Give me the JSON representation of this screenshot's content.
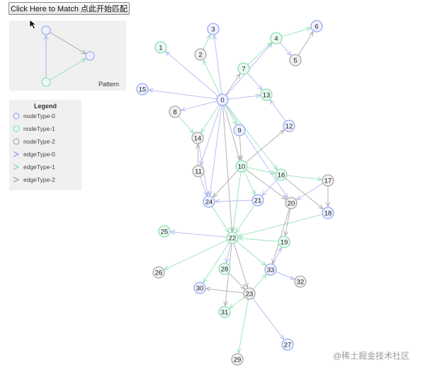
{
  "toolbar": {
    "match_button_label": "Click Here to Match 点此开始匹配"
  },
  "pattern": {
    "label": "Pattern",
    "edge_colors": [
      "#aab4f0",
      "#8ee0b4",
      "#a6a6a6"
    ]
  },
  "legend": {
    "title": "Legend",
    "items": [
      {
        "label": "nodeType-0",
        "kind": "node",
        "color": "#8a9cf0",
        "fill": "#eef0ff"
      },
      {
        "label": "nodeType-1",
        "kind": "node",
        "color": "#7ad9a6",
        "fill": "#eafaf1"
      },
      {
        "label": "nodeType-2",
        "kind": "node",
        "color": "#9a9a9a",
        "fill": "#f0f0f0"
      },
      {
        "label": "edgeType-0",
        "kind": "edge",
        "color": "#8a9cf0"
      },
      {
        "label": "edgeType-1",
        "kind": "edge",
        "color": "#7ad9a6"
      },
      {
        "label": "edgeType-2",
        "kind": "edge",
        "color": "#9a9a9a"
      }
    ]
  },
  "graph": {
    "type_colors": {
      "stroke": [
        "#8a9cf0",
        "#7ad9a6",
        "#9a9a9a"
      ],
      "fill": [
        "#eef0ff",
        "#eafaf1",
        "#f0f0f0"
      ],
      "edge": [
        "#aab4f0",
        "#8ee0b4",
        "#a6a6a6"
      ]
    },
    "nodes": [
      {
        "id": "0",
        "type": 0
      },
      {
        "id": "1",
        "type": 1
      },
      {
        "id": "2",
        "type": 2
      },
      {
        "id": "3",
        "type": 0
      },
      {
        "id": "4",
        "type": 1
      },
      {
        "id": "5",
        "type": 2
      },
      {
        "id": "6",
        "type": 0
      },
      {
        "id": "7",
        "type": 1
      },
      {
        "id": "8",
        "type": 2
      },
      {
        "id": "9",
        "type": 0
      },
      {
        "id": "10",
        "type": 1
      },
      {
        "id": "11",
        "type": 2
      },
      {
        "id": "12",
        "type": 0
      },
      {
        "id": "13",
        "type": 1
      },
      {
        "id": "14",
        "type": 2
      },
      {
        "id": "15",
        "type": 0
      },
      {
        "id": "16",
        "type": 1
      },
      {
        "id": "17",
        "type": 2
      },
      {
        "id": "18",
        "type": 0
      },
      {
        "id": "19",
        "type": 1
      },
      {
        "id": "20",
        "type": 2
      },
      {
        "id": "21",
        "type": 0
      },
      {
        "id": "22",
        "type": 1
      },
      {
        "id": "23",
        "type": 2
      },
      {
        "id": "24",
        "type": 0
      },
      {
        "id": "25",
        "type": 1
      },
      {
        "id": "26",
        "type": 2
      },
      {
        "id": "27",
        "type": 0
      },
      {
        "id": "28",
        "type": 1
      },
      {
        "id": "29",
        "type": 2
      },
      {
        "id": "30",
        "type": 0
      },
      {
        "id": "31",
        "type": 1
      },
      {
        "id": "32",
        "type": 2
      },
      {
        "id": "33",
        "type": 0
      }
    ],
    "edges": [
      [
        "0",
        "3",
        0
      ],
      [
        "0",
        "2",
        1
      ],
      [
        "0",
        "1",
        0
      ],
      [
        "0",
        "4",
        0
      ],
      [
        "0",
        "7",
        2
      ],
      [
        "0",
        "13",
        0
      ],
      [
        "0",
        "15",
        0
      ],
      [
        "0",
        "8",
        0
      ],
      [
        "0",
        "9",
        1
      ],
      [
        "0",
        "10",
        2
      ],
      [
        "0",
        "14",
        1
      ],
      [
        "0",
        "11",
        0
      ],
      [
        "0",
        "24",
        0
      ],
      [
        "0",
        "16",
        1
      ],
      [
        "0",
        "22",
        2
      ],
      [
        "2",
        "3",
        1
      ],
      [
        "4",
        "6",
        1
      ],
      [
        "4",
        "5",
        0
      ],
      [
        "5",
        "6",
        2
      ],
      [
        "7",
        "13",
        0
      ],
      [
        "7",
        "4",
        1
      ],
      [
        "12",
        "13",
        0
      ],
      [
        "8",
        "14",
        1
      ],
      [
        "9",
        "10",
        2
      ],
      [
        "10",
        "12",
        2
      ],
      [
        "10",
        "16",
        1
      ],
      [
        "10",
        "21",
        1
      ],
      [
        "10",
        "24",
        2
      ],
      [
        "10",
        "20",
        2
      ],
      [
        "10",
        "22",
        1
      ],
      [
        "11",
        "14",
        2
      ],
      [
        "14",
        "24",
        0
      ],
      [
        "11",
        "24",
        0
      ],
      [
        "16",
        "17",
        1
      ],
      [
        "16",
        "18",
        2
      ],
      [
        "16",
        "21",
        0
      ],
      [
        "17",
        "20",
        0
      ],
      [
        "17",
        "18",
        2
      ],
      [
        "18",
        "22",
        1
      ],
      [
        "20",
        "19",
        2
      ],
      [
        "20",
        "33",
        2
      ],
      [
        "21",
        "22",
        1
      ],
      [
        "19",
        "22",
        1
      ],
      [
        "22",
        "25",
        0
      ],
      [
        "22",
        "26",
        1
      ],
      [
        "22",
        "28",
        0
      ],
      [
        "22",
        "30",
        1
      ],
      [
        "22",
        "33",
        1
      ],
      [
        "22",
        "23",
        2
      ],
      [
        "22",
        "31",
        2
      ],
      [
        "33",
        "32",
        0
      ],
      [
        "33",
        "19",
        0
      ],
      [
        "23",
        "30",
        2
      ],
      [
        "23",
        "33",
        1
      ],
      [
        "28",
        "23",
        2
      ],
      [
        "23",
        "31",
        1
      ],
      [
        "23",
        "27",
        0
      ],
      [
        "23",
        "29",
        1
      ],
      [
        "24",
        "22",
        1
      ],
      [
        "21",
        "24",
        0
      ],
      [
        "0",
        "20",
        0
      ]
    ]
  }
}
